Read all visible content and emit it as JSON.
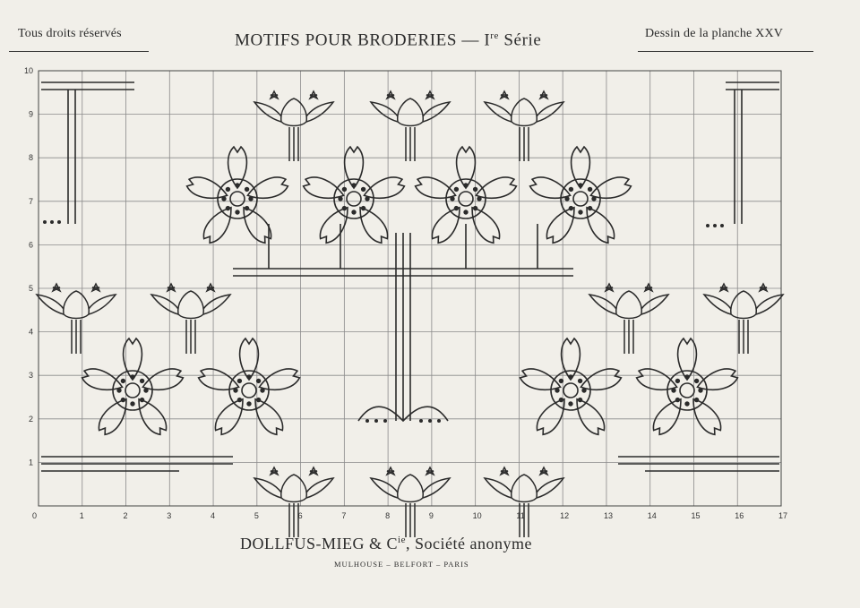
{
  "header": {
    "left": "Tous droits réservés",
    "title_main": "MOTIFS POUR BRODERIES — I",
    "title_sup": "re",
    "title_end": " Série",
    "right": "Dessin de la planche XXV"
  },
  "grid": {
    "x_labels": [
      "0",
      "1",
      "2",
      "3",
      "4",
      "5",
      "6",
      "7",
      "8",
      "9",
      "10",
      "11",
      "12",
      "13",
      "14",
      "15",
      "16",
      "17"
    ],
    "y_labels": [
      "1",
      "2",
      "3",
      "4",
      "5",
      "6",
      "7",
      "8",
      "9",
      "10"
    ]
  },
  "footer": {
    "company_main": "DOLLFUS-MIEG & C",
    "company_sup": "ie",
    "company_end": ", Société anonyme",
    "cities": "MULHOUSE – BELFORT – PARIS"
  },
  "colors": {
    "paper": "#f1efe9",
    "ink": "#2b2b2b",
    "grid": "#8a8a8a"
  },
  "motif": {
    "flowers": "flower-icon",
    "tulips": "tulip-icon"
  }
}
